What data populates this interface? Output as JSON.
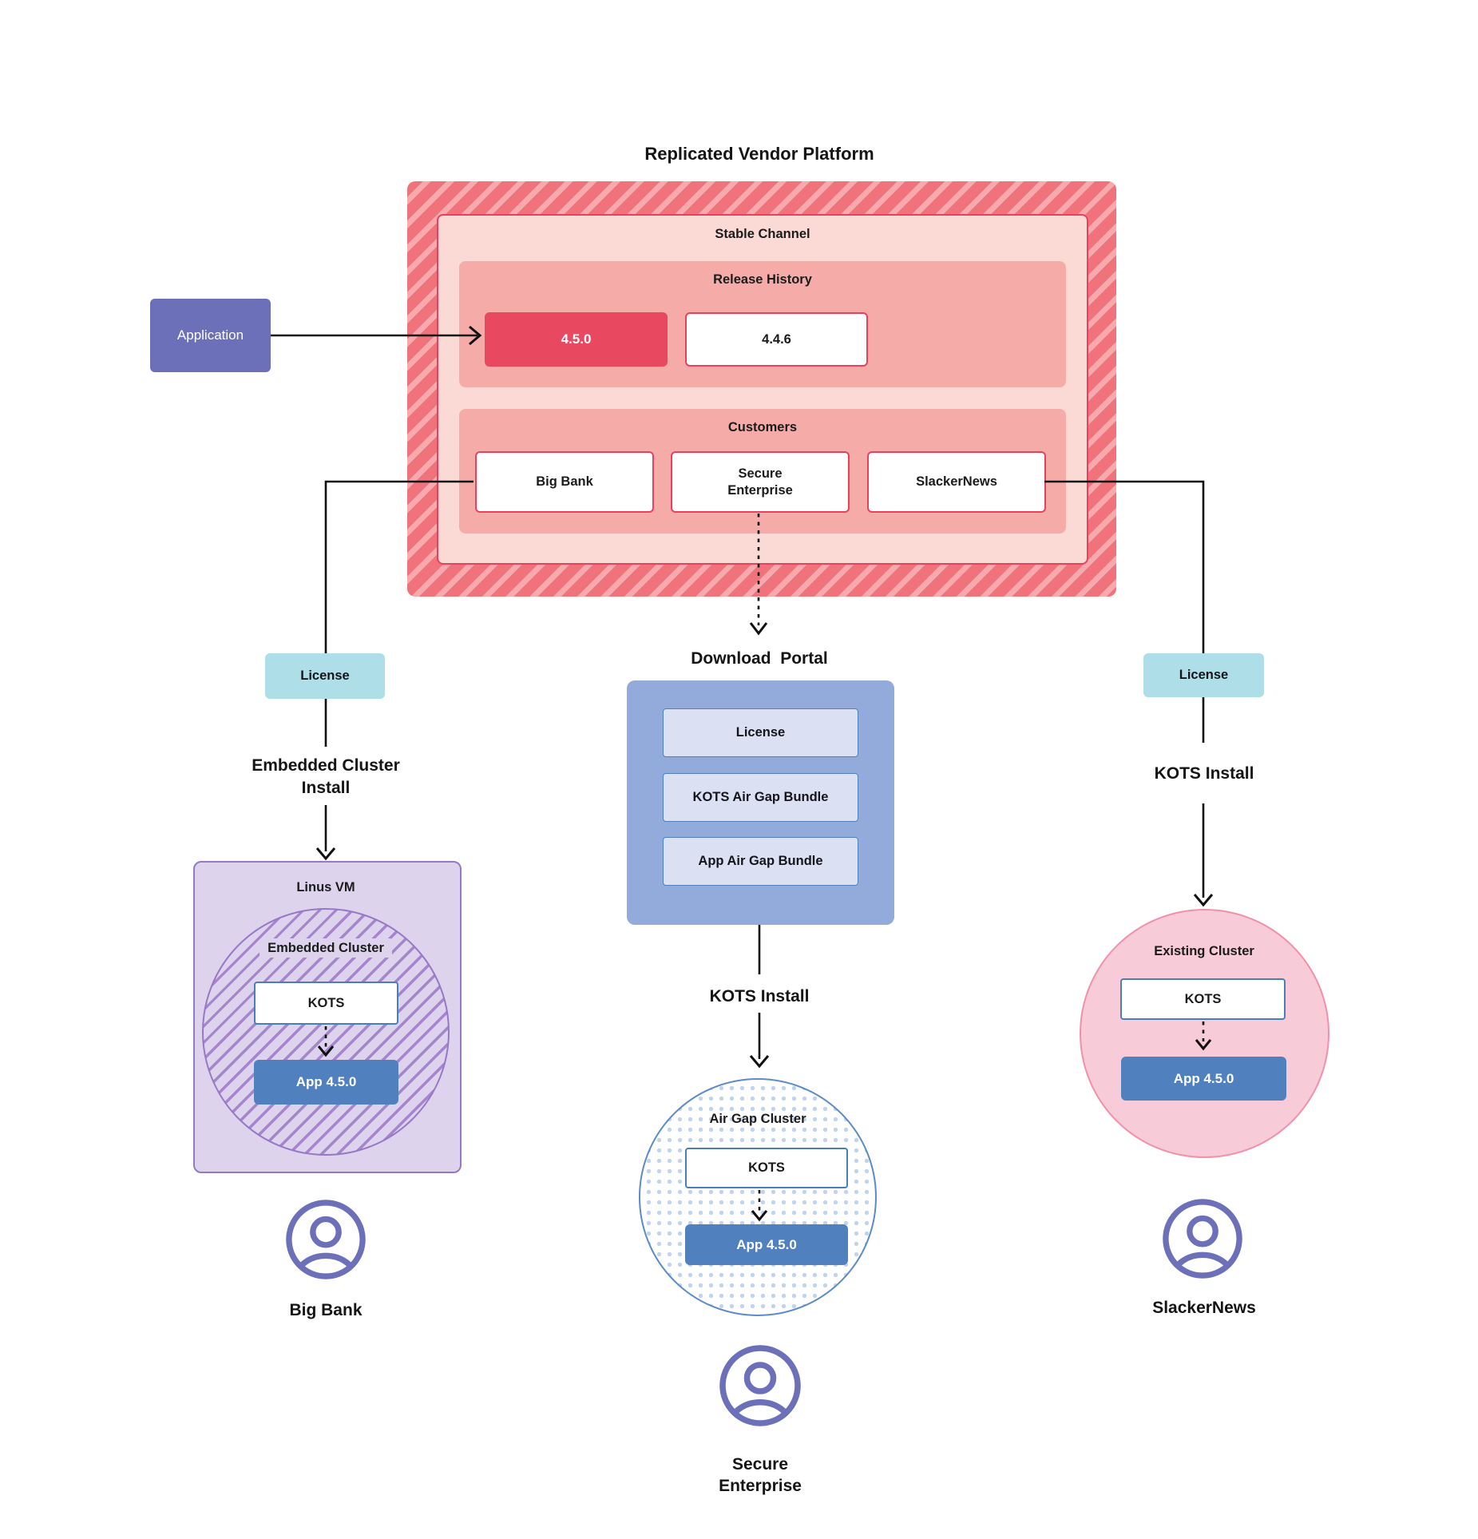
{
  "title": "Replicated Vendor Platform",
  "palette": {
    "platform_hatch_base": "#f0737b",
    "platform_hatch_stripe": "#f7a9ae",
    "stable_fill": "#fbd9d5",
    "red_border": "#e8415c",
    "section_fill": "#f5aca8",
    "current_release_fill": "#e94960",
    "application_fill": "#6c70b8",
    "license_fill": "#aedee7",
    "vm_fill": "#ddd3ed",
    "vm_border": "#9678c4",
    "kots_border": "#4a7ebb",
    "app_fill": "#5081be",
    "portal_fill": "#92abdb",
    "portal_item_fill": "#dbe0f2",
    "airgap_border": "#5b8bc8",
    "existing_cluster_fill": "#f8cbd9",
    "existing_cluster_border": "#f390a9",
    "person_icon": "#6c70b8",
    "wire": "#111111"
  },
  "application": {
    "label": "Application"
  },
  "platform": {
    "stable_channel_label": "Stable Channel",
    "release_history_label": "Release History",
    "releases": [
      {
        "version": "4.5.0",
        "current": true
      },
      {
        "version": "4.4.6",
        "current": false
      }
    ],
    "customers_label": "Customers",
    "customers": [
      {
        "name": "Big Bank"
      },
      {
        "name": "Secure Enterprise"
      },
      {
        "name": "SlackerNews"
      }
    ]
  },
  "left_flow": {
    "license_label": "License",
    "install_label": "Embedded Cluster Install",
    "vm_label": "Linus VM",
    "cluster_label": "Embedded Cluster",
    "kots_label": "KOTS",
    "app_label": "App 4.5.0",
    "person_label": "Big Bank"
  },
  "middle_flow": {
    "portal_label": "Download  Portal",
    "portal_items": [
      {
        "label": "License"
      },
      {
        "label": "KOTS Air Gap Bundle"
      },
      {
        "label": "App Air Gap Bundle"
      }
    ],
    "install_label": "KOTS Install",
    "cluster_label": "Air Gap Cluster",
    "kots_label": "KOTS",
    "app_label": "App 4.5.0",
    "person_label": "Secure Enterprise"
  },
  "right_flow": {
    "license_label": "License",
    "install_label": "KOTS Install",
    "cluster_label": "Existing Cluster",
    "kots_label": "KOTS",
    "app_label": "App 4.5.0",
    "person_label": "SlackerNews"
  }
}
